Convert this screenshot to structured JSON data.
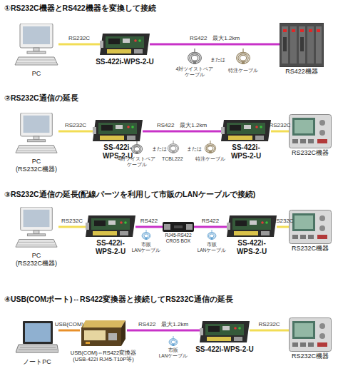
{
  "diagram": {
    "nodes": [
      {
        "text": [
          "PC"
        ]
      },
      {
        "text": [
          "SS-422i-WPS-2-U"
        ]
      },
      {
        "text": [
          "RS422機器"
        ]
      },
      {
        "text": [
          "PC (RS232C機器)"
        ]
      },
      {
        "text": [
          "SS-422i-WPS-2-U"
        ]
      },
      {
        "text": [
          "SS-422i-WPS-2-U"
        ]
      },
      {
        "text": [
          "RS232C機器"
        ]
      },
      {
        "text": [
          "PC (RS232C機器)"
        ]
      },
      {
        "text": [
          "SS-422i-WPS-2-U"
        ]
      },
      {
        "text": [
          "RJ45-RS422 CROS BOX"
        ]
      },
      {
        "text": [
          "SS-422i-WPS-2-U"
        ]
      },
      {
        "text": [
          "RS232C機器"
        ]
      },
      {
        "text": [
          "ノートPC"
        ]
      },
      {
        "text": [
          "USB(COM)⇔RS422変換器 (USB-422I RJ45-T10P等)"
        ]
      },
      {
        "text": [
          "SS-422i-WPS-2-U"
        ]
      },
      {
        "text": [
          "RS232C機器"
        ]
      }
    ],
    "edges": [
      {
        "from": 0,
        "to": 1,
        "arrow": "none",
        "label": "RS232C"
      },
      {
        "from": 1,
        "to": 2,
        "arrow": "none",
        "label": "RS422　最大1.2km"
      },
      {
        "from": 3,
        "to": 4,
        "arrow": "none",
        "label": "RS232C"
      },
      {
        "from": 4,
        "to": 5,
        "arrow": "none",
        "label": "RS422　最大1.2km"
      },
      {
        "from": 5,
        "to": 6,
        "arrow": "none",
        "label": "RS232C"
      },
      {
        "from": 7,
        "to": 8,
        "arrow": "none",
        "label": "RS232C"
      },
      {
        "from": 8,
        "to": 9,
        "arrow": "none",
        "label": "RS422"
      },
      {
        "from": 9,
        "to": 10,
        "arrow": "none",
        "label": "RS422"
      },
      {
        "from": 10,
        "to": 11,
        "arrow": "none",
        "label": "RS232C"
      },
      {
        "from": 12,
        "to": 13,
        "arrow": "none",
        "label": "USB(COM)"
      },
      {
        "from": 13,
        "to": 14,
        "arrow": "none",
        "label": "RS422　最大1.2km"
      },
      {
        "from": 14,
        "to": 15,
        "arrow": "none",
        "label": "RS232C"
      }
    ],
    "labels": [
      "①RS232C機器とRS422機器を変換して接続",
      "4対ツイストペア ケーブル",
      "または",
      "特注ケーブル",
      "②RS232C通信の延長",
      "4対ツイストペア ケーブル",
      "または",
      "TCBL222",
      "または",
      "特注ケーブル",
      "③RS232C通信の延長(配線パーツを利用して市販のLANケーブルで接続)",
      "市販 LANケーブル",
      "市販 LANケーブル",
      "④USB(COMポート)⇔RS422変換器と接続してRS232C通信の延長",
      "市販 LANケーブル"
    ]
  }
}
